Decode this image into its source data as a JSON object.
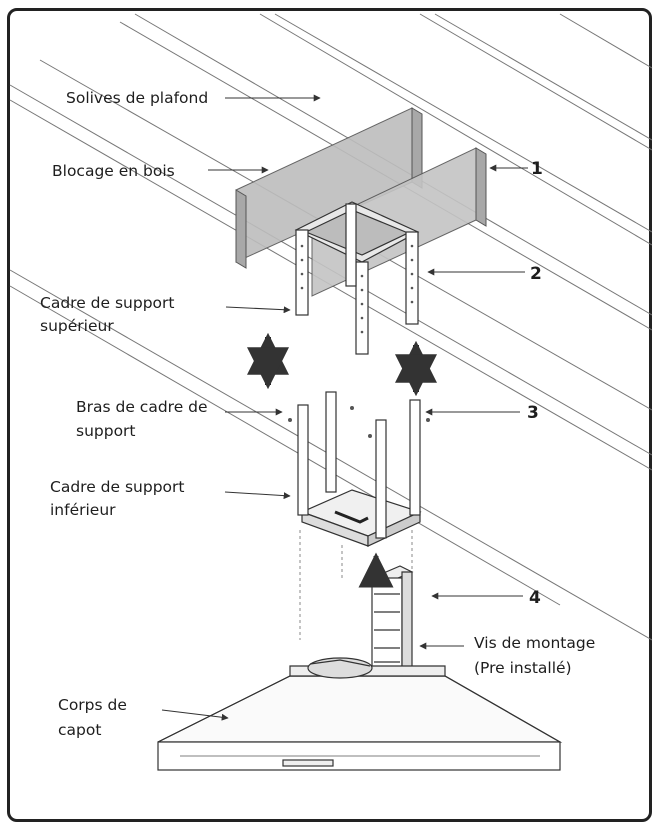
{
  "labels": {
    "ceiling_joists": "Solives de plafond",
    "wood_blocking": "Blocage en bois",
    "upper_frame_line1": "Cadre de support",
    "upper_frame_line2": "supérieur",
    "frame_arms_line1": "Bras de cadre de",
    "frame_arms_line2": "support",
    "lower_frame_line1": "Cadre de support",
    "lower_frame_line2": "inférieur",
    "mounting_screws_line1": "Vis de montage",
    "mounting_screws_line2": "(Pre installé)",
    "hood_body_line1": "Corps de",
    "hood_body_line2": "capot"
  },
  "callouts": {
    "one": "1",
    "two": "2",
    "three": "3",
    "four": "4"
  },
  "colors": {
    "line": "#444444",
    "blocking_fill": "#bdbdbd",
    "frame_border": "#222222"
  }
}
